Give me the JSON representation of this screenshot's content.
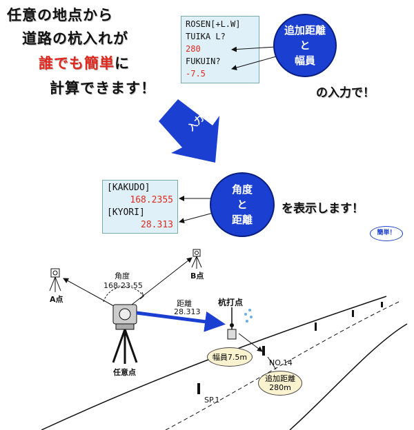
{
  "headline": {
    "line1": "任意の地点から",
    "line2": "道路の杭入れが",
    "line3_red": "誰でも簡単",
    "line3_rest": "に",
    "line4": "計算できます！"
  },
  "input_box": {
    "line1": "ROSEN[+L.W]",
    "line2": "TUIKA L?",
    "line3": "280",
    "line4": "FUKUIN?",
    "line5": "-7.5"
  },
  "input_bubble": {
    "line1": "追加距離",
    "line2": "と",
    "line3": "幅員"
  },
  "input_note": "の入力で！",
  "arrow_label": "入力",
  "output_box": {
    "kakudo_label": "[KAKUDO]",
    "kakudo_value": "168.2355",
    "kyori_label": "[KYORI]",
    "kyori_value": "28.313"
  },
  "output_bubble": {
    "line1": "角度",
    "line2": "と",
    "line3": "距離"
  },
  "output_note": "を表示します！",
  "easy_badge": "簡単！",
  "diagram": {
    "point_a": "A点",
    "point_b": "B点",
    "angle_label": "角度",
    "angle_value": "168-23-55",
    "distance_label": "距離",
    "distance_value": "28.313",
    "stake_label": "杭打点",
    "instrument_label": "任意点",
    "width_label": "幅員7.5m",
    "station_label": "NO.14",
    "added_distance_label": "追加距離",
    "added_distance_value": "280m",
    "sp_label": "SP.1"
  },
  "colors": {
    "accent_blue": "#1b3fd0",
    "value_red": "#e0281e",
    "box_bg": "#dff0f8"
  }
}
